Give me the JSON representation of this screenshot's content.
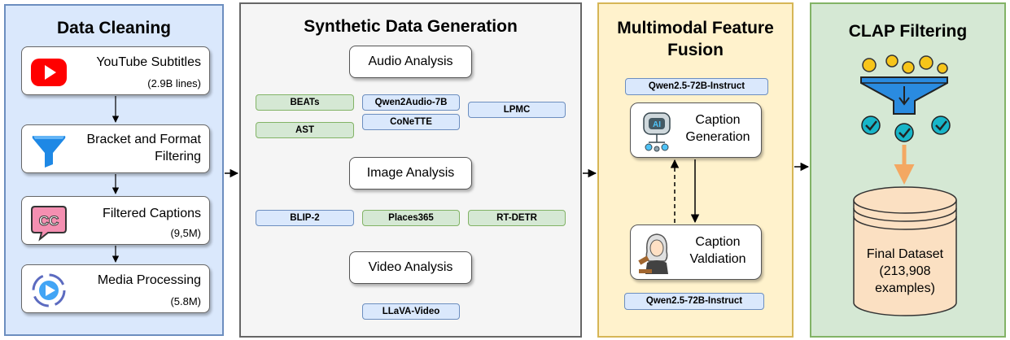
{
  "panels": {
    "cleaning": {
      "title": "Data Cleaning",
      "steps": [
        {
          "label": "YouTube Subtitles",
          "sub": "(2.9B lines)"
        },
        {
          "label": "Bracket and Format Filtering",
          "sub": ""
        },
        {
          "label": "Filtered Captions",
          "sub": "(9,5M)"
        },
        {
          "label": "Media Processing",
          "sub": "(5.8M)"
        }
      ]
    },
    "synthetic": {
      "title": "Synthetic Data Generation",
      "audio": {
        "header": "Audio Analysis",
        "models": [
          "BEATs",
          "AST",
          "Qwen2Audio-7B",
          "CoNeTTE",
          "LPMC"
        ]
      },
      "image": {
        "header": "Image Analysis",
        "models": [
          "BLIP-2",
          "Places365",
          "RT-DETR"
        ]
      },
      "video": {
        "header": "Video Analysis",
        "models": [
          "LLaVA-Video"
        ]
      }
    },
    "fusion": {
      "title": "Multimodal Feature Fusion",
      "model_top": "Qwen2.5-72B-Instruct",
      "generation": "Caption Generation",
      "validation": "Caption Valdiation",
      "model_bottom": "Qwen2.5-72B-Instruct"
    },
    "clap": {
      "title": "CLAP Filtering",
      "dataset": {
        "line1": "Final Dataset",
        "line2": "(213,908",
        "line3": "examples)"
      }
    }
  },
  "colors": {
    "cleaning_bg": "#dae8fc",
    "cleaning_border": "#6c8ebf",
    "synthetic_bg": "#f5f5f5",
    "synthetic_border": "#666666",
    "fusion_bg": "#fff2cc",
    "fusion_border": "#d6b656",
    "clap_bg": "#d5e8d4",
    "clap_border": "#82b366",
    "funnel": "#2a8be0",
    "coin": "#f7c51a",
    "check": "#18b5c8",
    "db": "#fbe0c2",
    "arrow_orange": "#f4a862"
  },
  "icons": [
    "youtube-icon",
    "filter-icon",
    "cc-icon",
    "media-icon",
    "robot-icon",
    "judge-icon",
    "funnel-icon",
    "check-icon",
    "database-icon"
  ]
}
